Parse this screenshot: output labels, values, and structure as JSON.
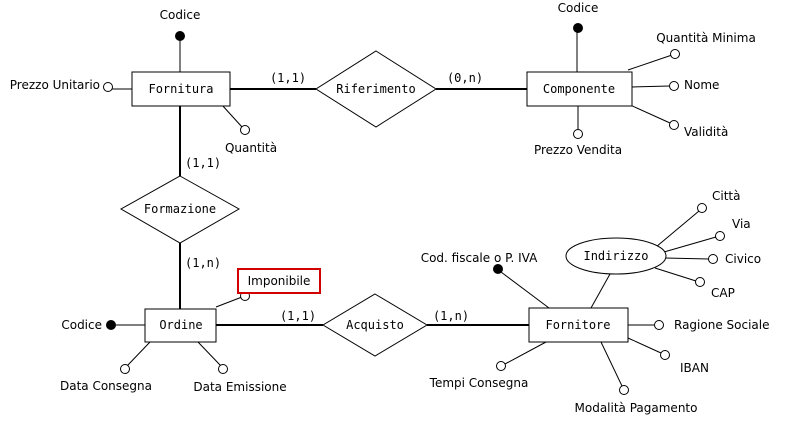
{
  "entities": {
    "fornitura": "Fornitura",
    "componente": "Componente",
    "ordine": "Ordine",
    "fornitore": "Fornitore"
  },
  "relationships": {
    "riferimento": "Riferimento",
    "formazione": "Formazione",
    "acquisto": "Acquisto"
  },
  "composite_attribute": {
    "indirizzo": "Indirizzo"
  },
  "cardinalities": {
    "fornitura_riferimento": "(1,1)",
    "riferimento_componente": "(0,n)",
    "fornitura_formazione": "(1,1)",
    "formazione_ordine": "(1,n)",
    "ordine_acquisto": "(1,1)",
    "acquisto_fornitore": "(1,n)"
  },
  "attributes": {
    "fornitura_codice": "Codice",
    "fornitura_prezzo_unitario": "Prezzo Unitario",
    "fornitura_quantita": "Quantità",
    "componente_codice": "Codice",
    "componente_quantita_minima": "Quantità Minima",
    "componente_nome": "Nome",
    "componente_validita": "Validità",
    "componente_prezzo_vendita": "Prezzo Vendita",
    "ordine_codice": "Codice",
    "ordine_imponibile": "Imponibile",
    "ordine_data_consegna": "Data Consegna",
    "ordine_data_emissione": "Data Emissione",
    "fornitore_cod_fiscale": "Cod. fiscale o P. IVA",
    "fornitore_ragione_sociale": "Ragione Sociale",
    "fornitore_iban": "IBAN",
    "fornitore_modalita_pagamento": "Modalità Pagamento",
    "fornitore_tempi_consegna": "Tempi Consegna",
    "indirizzo_citta": "Città",
    "indirizzo_via": "Via",
    "indirizzo_civico": "Civico",
    "indirizzo_cap": "CAP"
  },
  "colors": {
    "highlight": "#d20000",
    "line": "#000000",
    "background": "#ffffff"
  }
}
